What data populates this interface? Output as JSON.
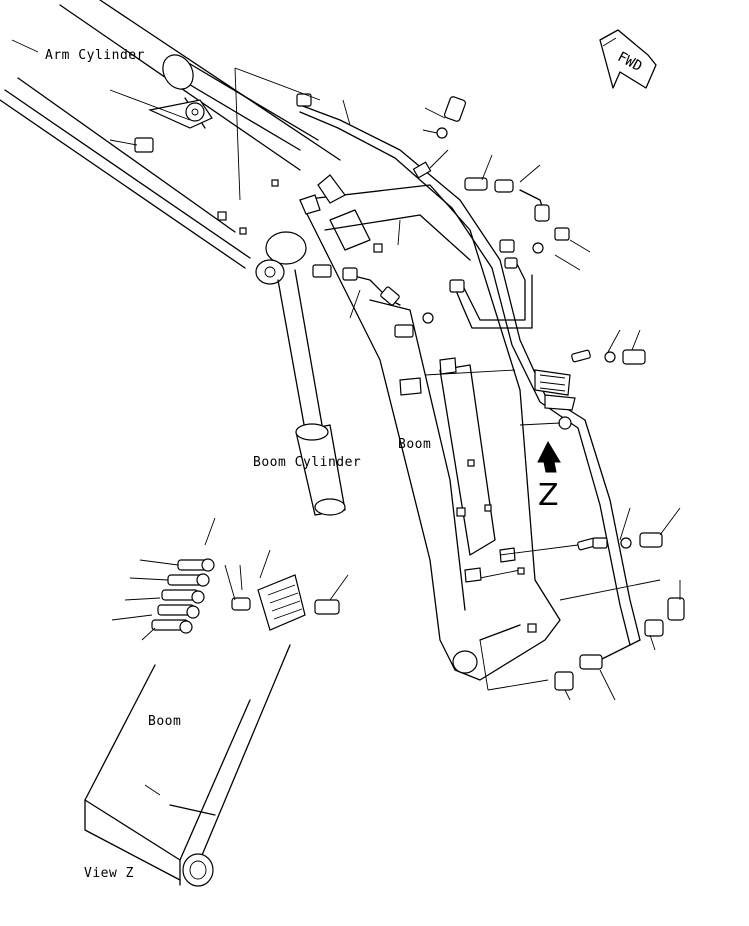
{
  "labels": {
    "arm_cylinder": "Arm Cylinder",
    "boom_cylinder": "Boom Cylinder",
    "boom_main": "Boom",
    "boom_view": "Boom",
    "view_z": "View Z",
    "z_marker": "Z",
    "fwd": "FWD"
  },
  "colors": {
    "line": "#000000",
    "background": "#ffffff"
  },
  "icons": {
    "direction_arrow": "fwd-arrow-icon",
    "view_arrow": "view-direction-arrow-icon"
  }
}
